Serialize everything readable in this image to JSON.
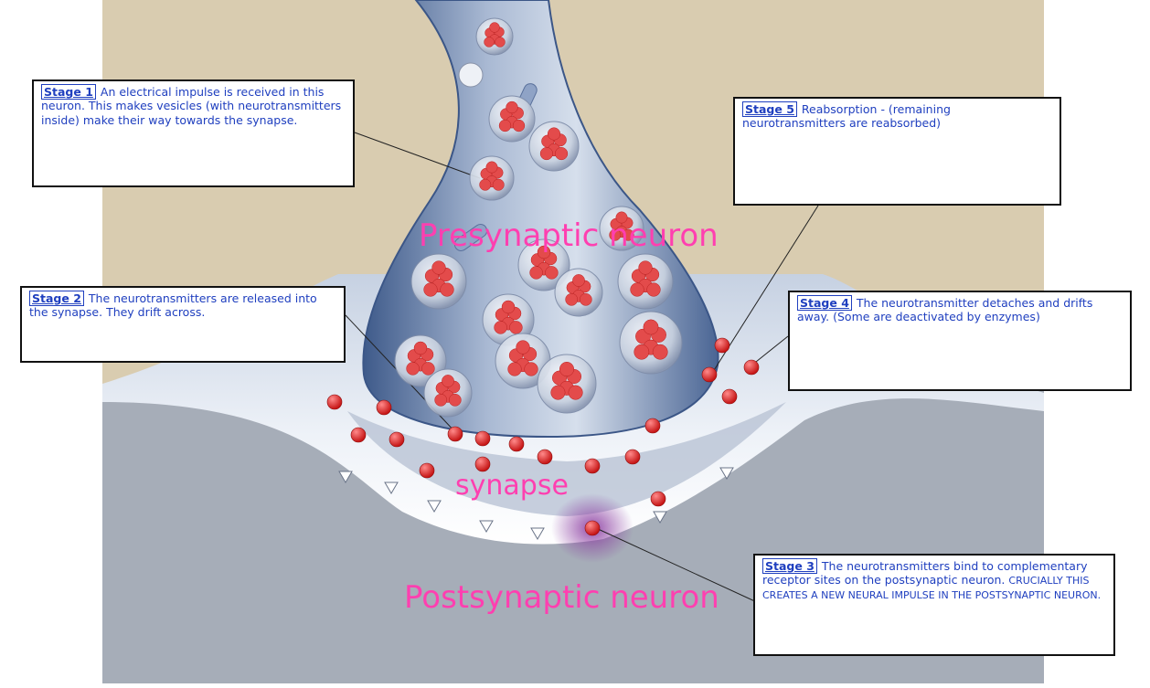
{
  "labels": {
    "presynaptic": "Presynaptic neuron",
    "synapse": "synapse",
    "postsynaptic": "Postsynaptic neuron"
  },
  "stages": {
    "s1": {
      "tag": "Stage 1",
      "text": "An electrical impulse is received in this neuron. This makes vesicles (with neurotransmitters inside) make their way towards the synapse."
    },
    "s2": {
      "tag": "Stage 2",
      "text": "The neurotransmitters are released into the synapse. They drift across."
    },
    "s3": {
      "tag": "Stage 3",
      "text": "The neurotransmitters bind to complementary receptor sites on the postsynaptic neuron.",
      "caps": "CRUCIALLY THIS CREATES A NEW NEURAL IMPULSE IN THE POSTSYNAPTIC NEURON."
    },
    "s4": {
      "tag": "Stage 4",
      "text": "The neurotransmitter detaches and drifts away. (Some are deactivated by enzymes)"
    },
    "s5": {
      "tag": "Stage 5",
      "text": "Reabsorption - (remaining neurotransmitters are reabsorbed)"
    }
  },
  "colors": {
    "tan_background": "#d9ccb0",
    "postsynaptic_fill": "#a6adb8",
    "terminal_blue": "#6f87ad",
    "vesicle_red": "#e34b4b",
    "neurotransmitter_red": "#d81e1e",
    "annotation_ink": "#1f3fbf",
    "label_pink": "#ff3fb0",
    "enzyme_purple": "#8a3aa0"
  }
}
